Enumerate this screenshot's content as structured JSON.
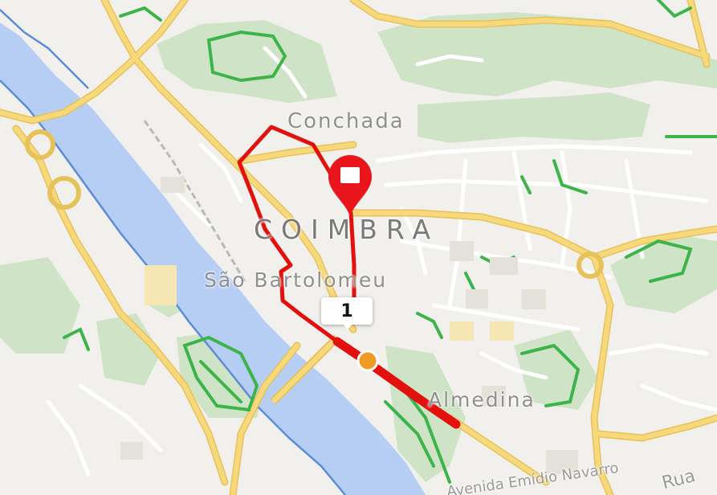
{
  "map": {
    "labels": {
      "city": "COIMBRA",
      "conchada": "Conchada",
      "sao_bartolomeu": "São Bartolomeu",
      "almedina": "Almedina",
      "avenida": "Avenida Emídio Navarro",
      "rua": "Rua"
    },
    "stop_badge": "1",
    "colors": {
      "route": "#e3110d",
      "river": "#b6cdf4",
      "park": "#cfe3c6",
      "road_major": "#f7d87b",
      "green_path": "#3cb44a",
      "pin": "#e8161c",
      "start": "#ee9a23"
    },
    "icons": [
      "end-flag-pin-icon",
      "start-point-icon"
    ]
  }
}
